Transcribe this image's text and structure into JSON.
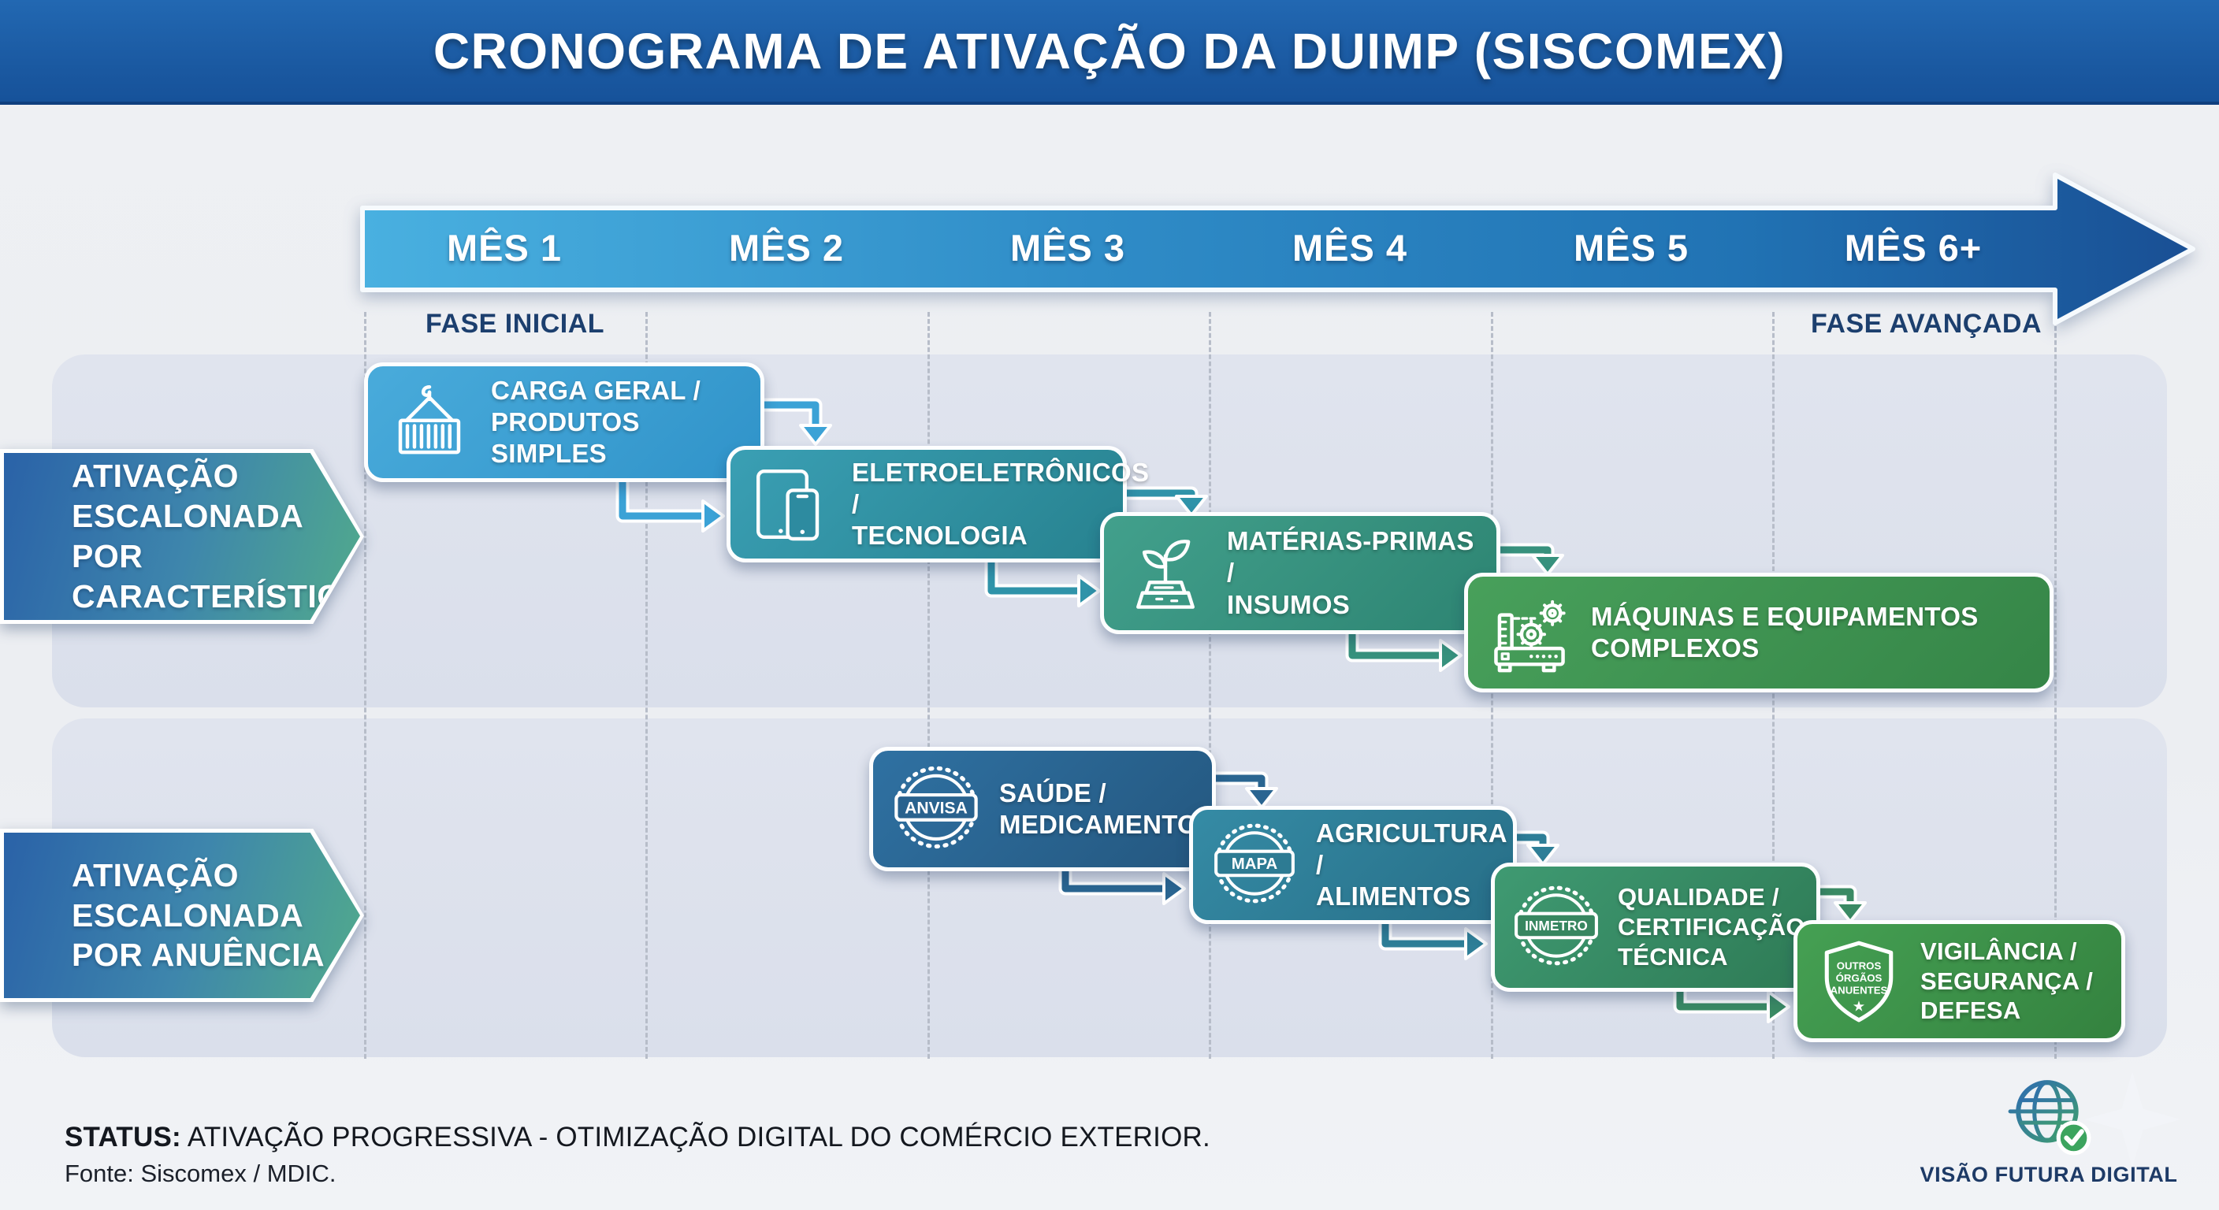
{
  "title": "CRONOGRAMA DE ATIVAÇÃO DA DUIMP (SISCOMEX)",
  "timeline": {
    "months": [
      "MÊS 1",
      "MÊS 2",
      "MÊS 3",
      "MÊS 4",
      "MÊS 5",
      "MÊS 6+"
    ],
    "phase_start_label": "FASE INICIAL",
    "phase_end_label": "FASE AVANÇADA"
  },
  "lanes": [
    {
      "label": "ATIVAÇÃO\nESCALONADA POR\nCARACTERÍSTICA",
      "items": [
        {
          "title": "CARGA GERAL /\nPRODUTOS SIMPLES",
          "icon": "container-crane-icon",
          "color": "#3ba2d6",
          "month": 1
        },
        {
          "title": "ELETROELETRÔNICOS /\nTECNOLOGIA",
          "icon": "devices-icon",
          "color": "#2f93a9",
          "month": 2
        },
        {
          "title": "MATÉRIAS-PRIMAS /\nINSUMOS",
          "icon": "plant-sprout-icon",
          "color": "#37917d",
          "month": 3
        },
        {
          "title": "MÁQUINAS E EQUIPAMENTOS\nCOMPLEXOS",
          "icon": "gears-machine-icon",
          "color": "#3e9150",
          "month": 4
        }
      ]
    },
    {
      "label": "ATIVAÇÃO\nESCALONADA\nPOR ANUÊNCIA",
      "items": [
        {
          "title": "SAÚDE /\nMEDICAMENTOS",
          "badge": "ANVISA",
          "icon": "anvisa-seal-icon",
          "color": "#2a6591",
          "month": 3
        },
        {
          "title": "AGRICULTURA /\nALIMENTOS",
          "badge": "MAPA",
          "icon": "mapa-seal-icon",
          "color": "#2e7e97",
          "month": 4
        },
        {
          "title": "QUALIDADE /\nCERTIFICAÇÃO\nTÉCNICA",
          "badge": "INMETRO",
          "icon": "inmetro-seal-icon",
          "color": "#3a8a64",
          "month": 5
        },
        {
          "title": "VIGILÂNCIA /\nSEGURANÇA /\nDEFESA",
          "badge_lines": [
            "OUTROS",
            "ÓRGÃOS",
            "ANUENTES"
          ],
          "badge_star": "★",
          "icon": "anuentes-shield-icon",
          "color": "#3e9148",
          "month": 6
        }
      ]
    }
  ],
  "footer": {
    "status_label": "STATUS:",
    "status_text": " ATIVAÇÃO PROGRESSIVA - OTIMIZAÇÃO DIGITAL DO COMÉRCIO EXTERIOR.",
    "source": "Fonte: Siscomex / MDIC.",
    "brand": "VISÃO FUTURA DIGITAL"
  },
  "palette": {
    "header_bg": "#1a58a0",
    "page_bg": "#eef0f3",
    "lane_band": "#dde2ec",
    "timeline_gradient_start": "#49b0e0",
    "timeline_gradient_end": "#1a5b9f",
    "phase_label_color": "#1c3f6e",
    "chevron_gradient": [
      "#2a62a8",
      "#51aa8c"
    ],
    "check_green": "#3ca45e"
  }
}
